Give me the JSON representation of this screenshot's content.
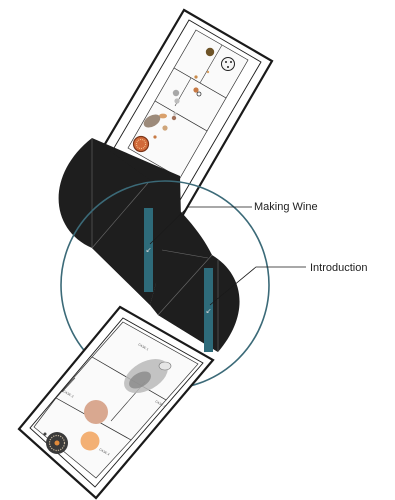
{
  "callouts": {
    "making_wine": "Making Wine",
    "introduction": "Introduction"
  },
  "case_labels": {
    "lower_a": "CASE 1",
    "lower_b": "CASE 2",
    "lower_c": "CASE 3",
    "lower_d": "CASE 4"
  },
  "colors": {
    "ribbon": "#1e1e1e",
    "ring": "#3b6a78",
    "marker": "#2e6b7a",
    "outline": "#1a1a1a"
  }
}
